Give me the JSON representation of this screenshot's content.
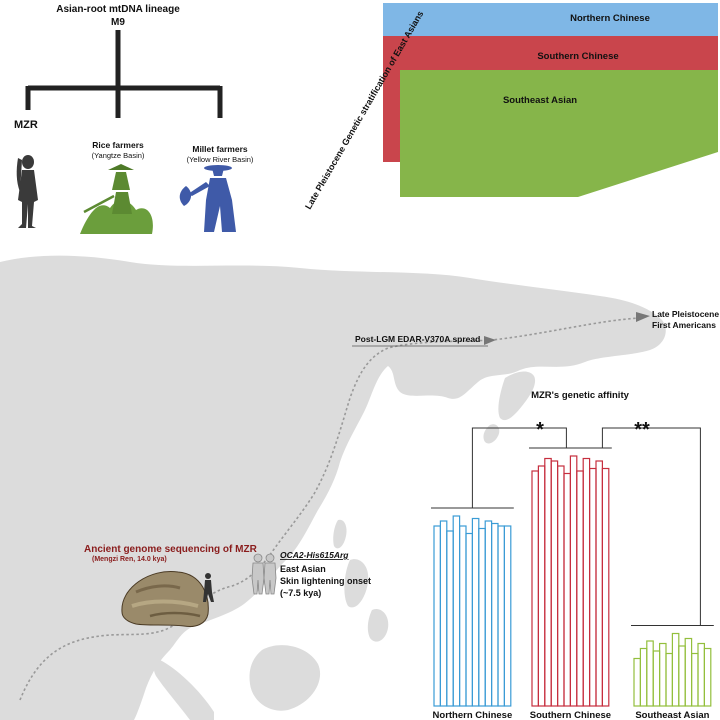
{
  "lineage": {
    "title": "Asian-root mtDNA lineage",
    "root": "M9",
    "branch_mzr": "MZR",
    "rice_label": "Rice farmers",
    "rice_sub": "(Yangtze Basin)",
    "millet_label": "Millet farmers",
    "millet_sub": "(Yellow River Basin)"
  },
  "stratification": {
    "title": "Late Pleistocene Genetic stratification of East Asians",
    "layers": [
      {
        "label": "Northern Chinese",
        "color": "#7fb7e6"
      },
      {
        "label": "Southern Chinese",
        "color": "#c9454c"
      },
      {
        "label": "Southeast Asian",
        "color": "#86b54a"
      }
    ]
  },
  "map": {
    "route_label": "Post-LGM EDAR-V370A spread",
    "americas_label_1": "Late Pleistocene",
    "americas_label_2": "First Americans",
    "genome_title": "Ancient genome sequencing of MZR",
    "genome_sub": "(Mengzi Ren, 14.0 kya)",
    "oca2_label": "OCA2-His615Arg",
    "oca2_line1": "East Asian",
    "oca2_line2": "Skin lightening onset",
    "oca2_line3": "(~7.5 kya)"
  },
  "affinity": {
    "title": "MZR's genetic affinity",
    "sig_left": "*",
    "sig_right": "**",
    "colors": {
      "northern": "#3a9bd5",
      "southern": "#c62e3e",
      "southeast": "#93bf3c"
    }
  },
  "chart_data": {
    "type": "bar",
    "title": "MZR's genetic affinity",
    "series": [
      {
        "name": "Northern Chinese",
        "values": [
          0.72,
          0.74,
          0.7,
          0.76,
          0.72,
          0.69,
          0.75,
          0.71,
          0.74,
          0.73,
          0.72,
          0.72
        ]
      },
      {
        "name": "Southern Chinese",
        "values": [
          0.94,
          0.96,
          0.99,
          0.98,
          0.96,
          0.93,
          1.0,
          0.94,
          0.99,
          0.95,
          0.98,
          0.95
        ]
      },
      {
        "name": "Southeast Asian",
        "values": [
          0.19,
          0.23,
          0.26,
          0.22,
          0.25,
          0.21,
          0.29,
          0.24,
          0.27,
          0.21,
          0.25,
          0.23
        ]
      }
    ],
    "ylim": [
      0,
      1
    ]
  }
}
